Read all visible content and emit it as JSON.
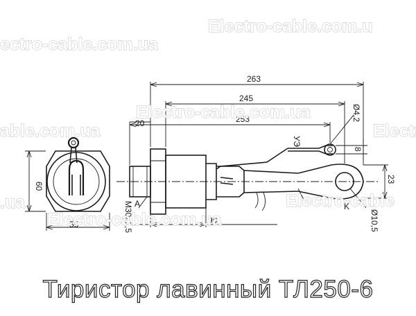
{
  "caption": "Тиристор лавинный ТЛ250-6",
  "watermark": "Electro-cable.com.ua",
  "watermark_fragments": {
    "left_partial_1": "ectro-cable.com.ua",
    "left_partial_2": "able.com.ua",
    "left_partial_3": ".ua",
    "right_partial_1": "Electro-cable.com.u",
    "right_partial_2": "Electro-cable",
    "right_partial_3": "Electro"
  },
  "dimensions": {
    "overall_length": "263",
    "body_to_terminal": "245",
    "thread_to_terminal": "253",
    "thread_length": "20",
    "hole_diameter": "Ø4,2",
    "lug_width": "8",
    "body_length": "90",
    "terminal_height": "23",
    "terminal_hole": "Ø10,5",
    "hex_height": "60",
    "hex_width": "55",
    "thread_spec": "M30x1,5"
  },
  "markers": {
    "anode": "A",
    "cathode": "K",
    "gate": "УЭ"
  }
}
